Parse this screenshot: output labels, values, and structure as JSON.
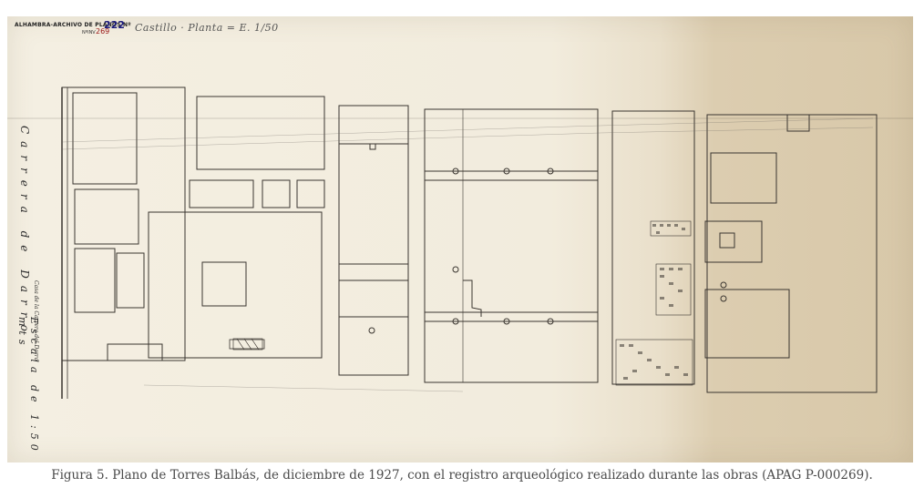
{
  "stamp": {
    "archive": "ALHAMBRA-ARCHIVO DE PLANOS Nº",
    "plan_number": "222",
    "inv_label": "NºINV",
    "inv_number": "269"
  },
  "handwritten": {
    "title": "Castillo · Planta = E. 1/50",
    "street": "Carrera de Darro",
    "scale": "Escala de 1:50 mts",
    "note": "Casa de la Carrera del Darro"
  },
  "caption": "Figura 5. Plano de Torres Balbás, de diciembre de 1927, con el registro arqueológico realizado durante las obras (APAG P-000269)."
}
